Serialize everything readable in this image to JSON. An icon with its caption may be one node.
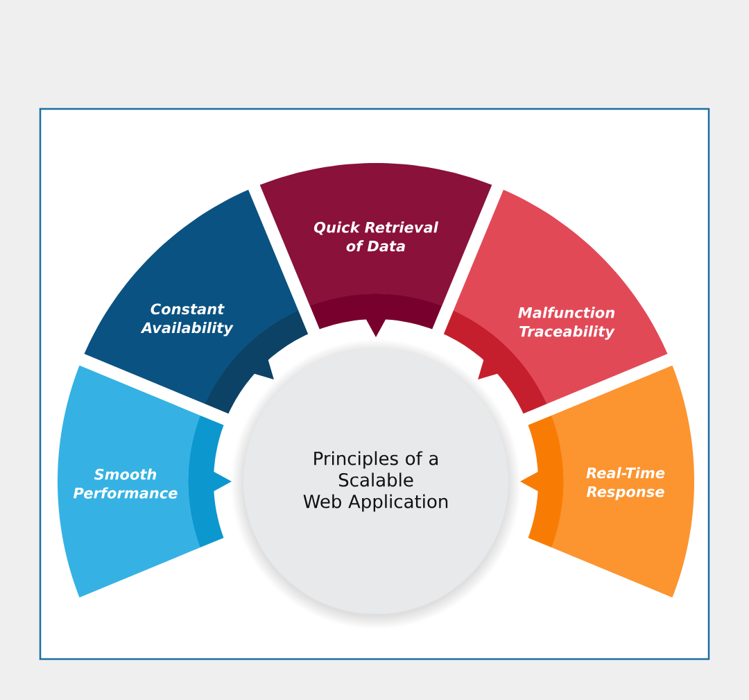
{
  "diagram": {
    "nodes": [
      {
        "text": [
          "Principles of a Scalable Web Application"
        ]
      },
      {
        "text": [
          "Smooth Performance"
        ]
      },
      {
        "text": [
          "Constant Availability"
        ]
      },
      {
        "text": [
          "Quick Retrieval of Data"
        ]
      },
      {
        "text": [
          "Malfunction Traceability"
        ]
      },
      {
        "text": [
          "Real-Time Response"
        ]
      }
    ]
  }
}
